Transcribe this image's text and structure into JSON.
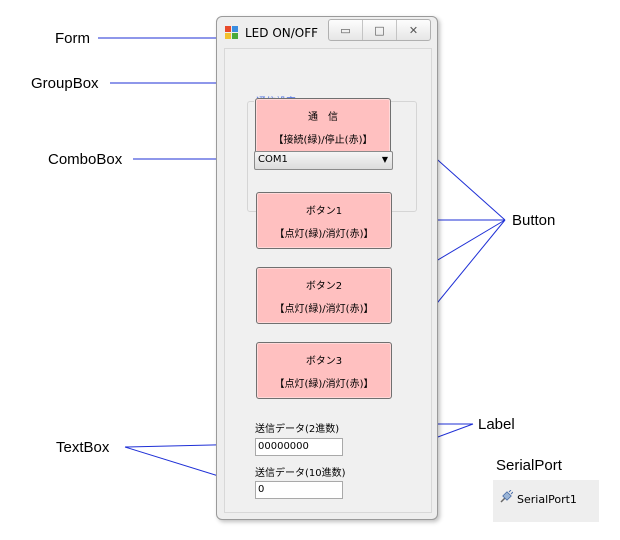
{
  "callouts": {
    "form": "Form",
    "groupbox": "GroupBox",
    "combobox": "ComboBox",
    "button": "Button",
    "label": "Label",
    "textbox": "TextBox",
    "serialport": "SerialPort"
  },
  "window": {
    "title": "LED ON/OFF",
    "minimize_glyph": "▭",
    "maximize_glyph": "□",
    "close_glyph": "✕"
  },
  "groupbox": {
    "label": "通信設定",
    "comm_button": {
      "line1": "通　信",
      "line2": "【接続(緑)/停止(赤)】"
    },
    "combo": {
      "value": "COM1",
      "arrow": "▼"
    }
  },
  "buttons": [
    {
      "line1": "ボタン1",
      "line2": "【点灯(緑)/消灯(赤)】"
    },
    {
      "line1": "ボタン2",
      "line2": "【点灯(緑)/消灯(赤)】"
    },
    {
      "line1": "ボタン3",
      "line2": "【点灯(緑)/消灯(赤)】"
    }
  ],
  "fields": [
    {
      "label": "送信データ(2進数)",
      "value": "00000000"
    },
    {
      "label": "送信データ(10進数)",
      "value": "0"
    }
  ],
  "serialport": {
    "component_label": "SerialPort1"
  },
  "colors": {
    "connector": "#1e2fd6",
    "button_fill": "#ffc0c0",
    "group_label": "#4a6ee0"
  }
}
